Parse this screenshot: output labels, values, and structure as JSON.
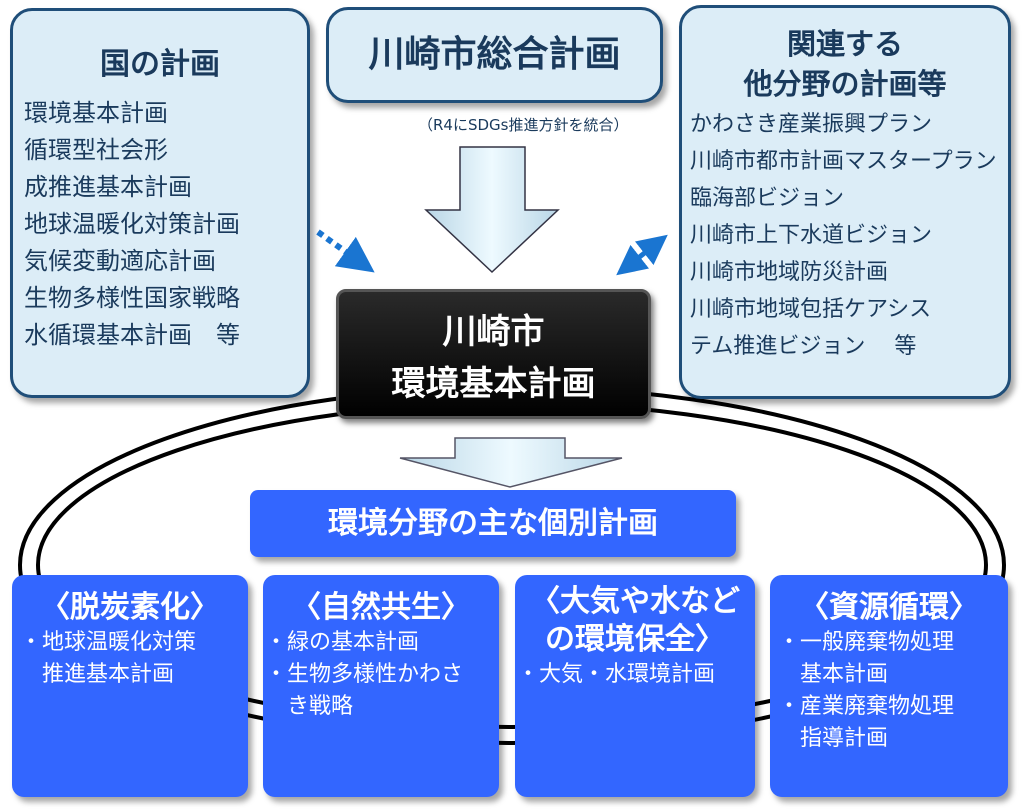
{
  "national": {
    "title": "国の計画",
    "items": [
      "環境基本計画",
      "循環型社会形",
      "成推進基本計画",
      "地球温暖化対策計画",
      "気候変動適応計画",
      "生物多様性国家戦略",
      "水循環基本計画　等"
    ]
  },
  "city_plan": {
    "title": "川崎市総合計画",
    "note": "（R4にSDGs推進方針を統合）"
  },
  "related": {
    "title_line1": "関連する",
    "title_line2": "他分野の計画等",
    "items": [
      "かわさき産業振興プラン",
      "川崎市都市計画マスタープラン",
      "臨海部ビジョン",
      "川崎市上下水道ビジョン",
      "川崎市地域防災計画",
      "川崎市地域包括ケアシス",
      "テム推進ビジョン　 等"
    ]
  },
  "core": {
    "line1": "川崎市",
    "line2": "環境基本計画"
  },
  "banner": "環境分野の主な個別計画",
  "categories": [
    {
      "title": "〈脱炭素化〉",
      "items": [
        "・地球温暖化対策",
        "　推進基本計画"
      ]
    },
    {
      "title": "〈自然共生〉",
      "items": [
        "・緑の基本計画",
        "・生物多様性かわさ",
        "　き戦略"
      ]
    },
    {
      "title": "〈大気や水など",
      "title2": "の環境保全〉",
      "items": [
        "・大気・水環境計画"
      ]
    },
    {
      "title": "〈資源循環〉",
      "items": [
        "・一般廃棄物処理",
        "　基本計画",
        "・産業廃棄物処理",
        "　指導計画"
      ]
    }
  ],
  "colors": {
    "light_box": "#dcedf7",
    "navy": "#1f4e79",
    "blue": "#3366ff",
    "arrow": "#1a75d1"
  }
}
